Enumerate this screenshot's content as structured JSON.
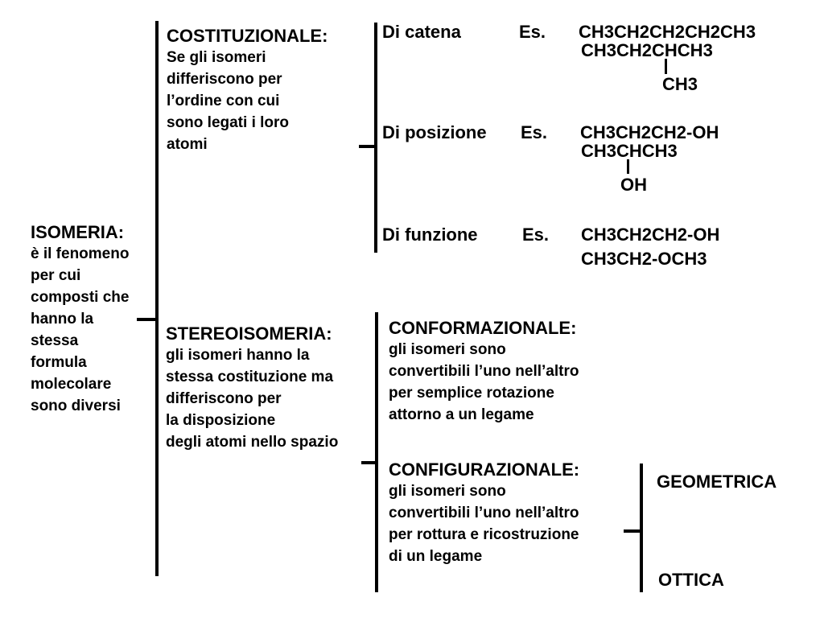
{
  "isomeria": {
    "title": "ISOMERIA:",
    "lines": [
      "è il fenomeno",
      "per cui",
      "composti che",
      "hanno la",
      "stessa",
      "formula",
      "molecolare",
      "sono diversi"
    ]
  },
  "costituzionale": {
    "title": "COSTITUZIONALE:",
    "lines": [
      "Se gli isomeri",
      "differiscono per",
      "l’ordine con cui",
      "sono legati i loro",
      "atomi"
    ]
  },
  "stereoisomeria": {
    "title": "STEREOISOMERIA:",
    "lines": [
      "gli isomeri hanno la",
      "stessa costituzione ma",
      "differiscono per",
      "la disposizione",
      "degli atomi nello spazio"
    ]
  },
  "types": {
    "catena": {
      "label": "Di catena",
      "es": "Es.",
      "formula1": "CH3CH2CH2CH2CH3",
      "formula2": "CH3CH2CHCH3",
      "branch": "CH3"
    },
    "posizione": {
      "label": "Di posizione",
      "es": "Es.",
      "formula1": "CH3CH2CH2-OH",
      "formula2": "CH3CHCH3",
      "branch": "OH"
    },
    "funzione": {
      "label": "Di funzione",
      "es": "Es.",
      "formula1": "CH3CH2CH2-OH",
      "formula2": "CH3CH2-OCH3"
    }
  },
  "conformazionale": {
    "title": "CONFORMAZIONALE:",
    "lines": [
      "gli isomeri sono",
      "convertibili l’uno nell’altro",
      "per semplice rotazione",
      "attorno a un  legame"
    ]
  },
  "configurazionale": {
    "title": "CONFIGURAZIONALE:",
    "lines": [
      "gli isomeri sono",
      "convertibili l’uno nell’altro",
      "per rottura e ricostruzione",
      "di un legame"
    ]
  },
  "geometrica": "GEOMETRICA",
  "ottica": "OTTICA"
}
